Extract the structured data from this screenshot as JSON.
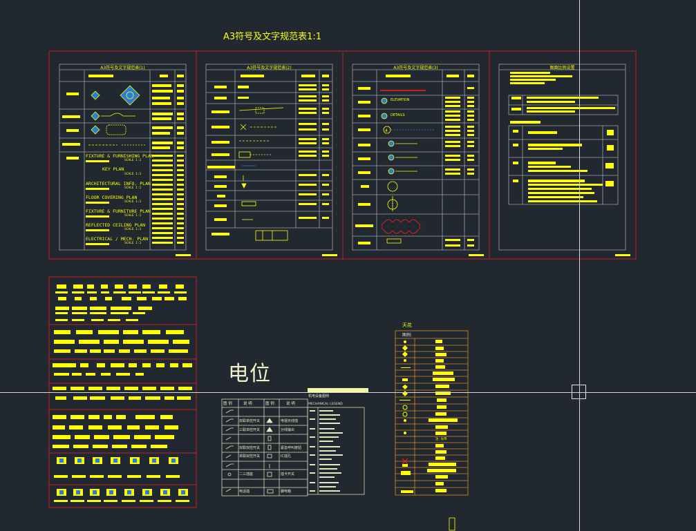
{
  "drawing": {
    "main_title": "A3符号及文字规范表1:1",
    "sheets": [
      {
        "title": "A3符号及文字规范表(1)"
      },
      {
        "title": "A3符号及文字规范表(2)"
      },
      {
        "title": "A3符号及文字规范表(3)"
      },
      {
        "title": "图面比例设置"
      }
    ],
    "plans": [
      {
        "name": "FIXTURE & FURNISHING PLAN",
        "scale": "SCALE 1:1"
      },
      {
        "name": "KEY PLAN",
        "scale": "SCALE 1:1"
      },
      {
        "name": "ARCHITECTURAL INFO. PLAN",
        "scale": "SCALE 1:1"
      },
      {
        "name": "FLOOR COVERING PLAN",
        "scale": "SCALE 1:1"
      },
      {
        "name": "FIXTURE & FURNITURE PLAN",
        "scale": "SCALE 1:1"
      },
      {
        "name": "REFLECTED CEILING PLAN",
        "scale": "SCALE 1:1"
      },
      {
        "name": "ELECTRICAL / MECH. PLAN",
        "scale": "SCALE 1:1"
      }
    ],
    "sheet3_labels": {
      "elevation": "ELEVATION",
      "details": "DETAILS"
    },
    "electrical_title": "电位",
    "ceiling_title": "天花",
    "ceiling_legend": "图例:",
    "electrical_table": {
      "headers": [
        "图 例",
        "说 明",
        "图 例",
        "说 明"
      ],
      "rows": [
        [
          "",
          "",
          ""
        ],
        [
          "双联单控开关",
          "电视天线插"
        ],
        [
          "三联单控开关",
          "分线输出"
        ],
        [
          "",
          ""
        ],
        [
          "双联双控开关",
          "紧急呼叫按钮"
        ],
        [
          "单联双控开关",
          "IC插孔"
        ],
        [
          "",
          ""
        ],
        [
          "二三插座",
          "插卡开关"
        ],
        [
          "电话插",
          "脚电箱"
        ]
      ]
    },
    "mech_title": "机电设备图例",
    "mech_subtitle": "MECHANICAL LEGEND",
    "ceiling_mid_label": "注: 光带"
  },
  "colors": {
    "background": "#212830",
    "frame_red": "#c81e1e",
    "table_grey": "#a0a0a0",
    "cad_yellow": "#ffff00",
    "legend_orange": "#e08a1e",
    "crosshair": "#d9d9d9"
  }
}
